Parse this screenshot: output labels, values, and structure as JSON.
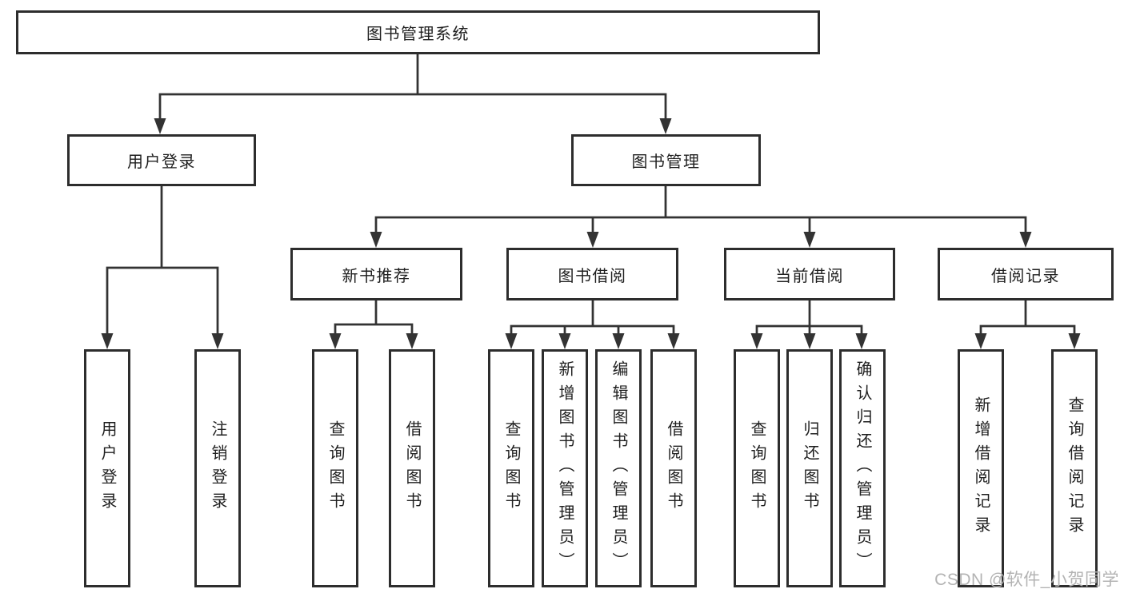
{
  "tree": {
    "root": {
      "label": "图书管理系统"
    },
    "branches": [
      {
        "label": "用户登录",
        "children": [
          {
            "label": "用户登录"
          },
          {
            "label": "注销登录"
          }
        ]
      },
      {
        "label": "图书管理",
        "children": [
          {
            "label": "新书推荐",
            "children": [
              {
                "label": "查询图书"
              },
              {
                "label": "借阅图书"
              }
            ]
          },
          {
            "label": "图书借阅",
            "children": [
              {
                "label": "查询图书"
              },
              {
                "label": "新增图书（管理员）"
              },
              {
                "label": "编辑图书（管理员）"
              },
              {
                "label": "借阅图书"
              }
            ]
          },
          {
            "label": "当前借阅",
            "children": [
              {
                "label": "查询图书"
              },
              {
                "label": "归还图书"
              },
              {
                "label": "确认归还（管理员）"
              }
            ]
          },
          {
            "label": "借阅记录",
            "children": [
              {
                "label": "新增借阅记录"
              },
              {
                "label": "查询借阅记录"
              }
            ]
          }
        ]
      }
    ]
  },
  "watermark": "CSDN @软件_小贺同学",
  "colors": {
    "line": "#333333",
    "box_border": "#2d2d2d",
    "text": "#1f1f1f",
    "background": "#ffffff",
    "watermark": "#b3b3b3"
  }
}
